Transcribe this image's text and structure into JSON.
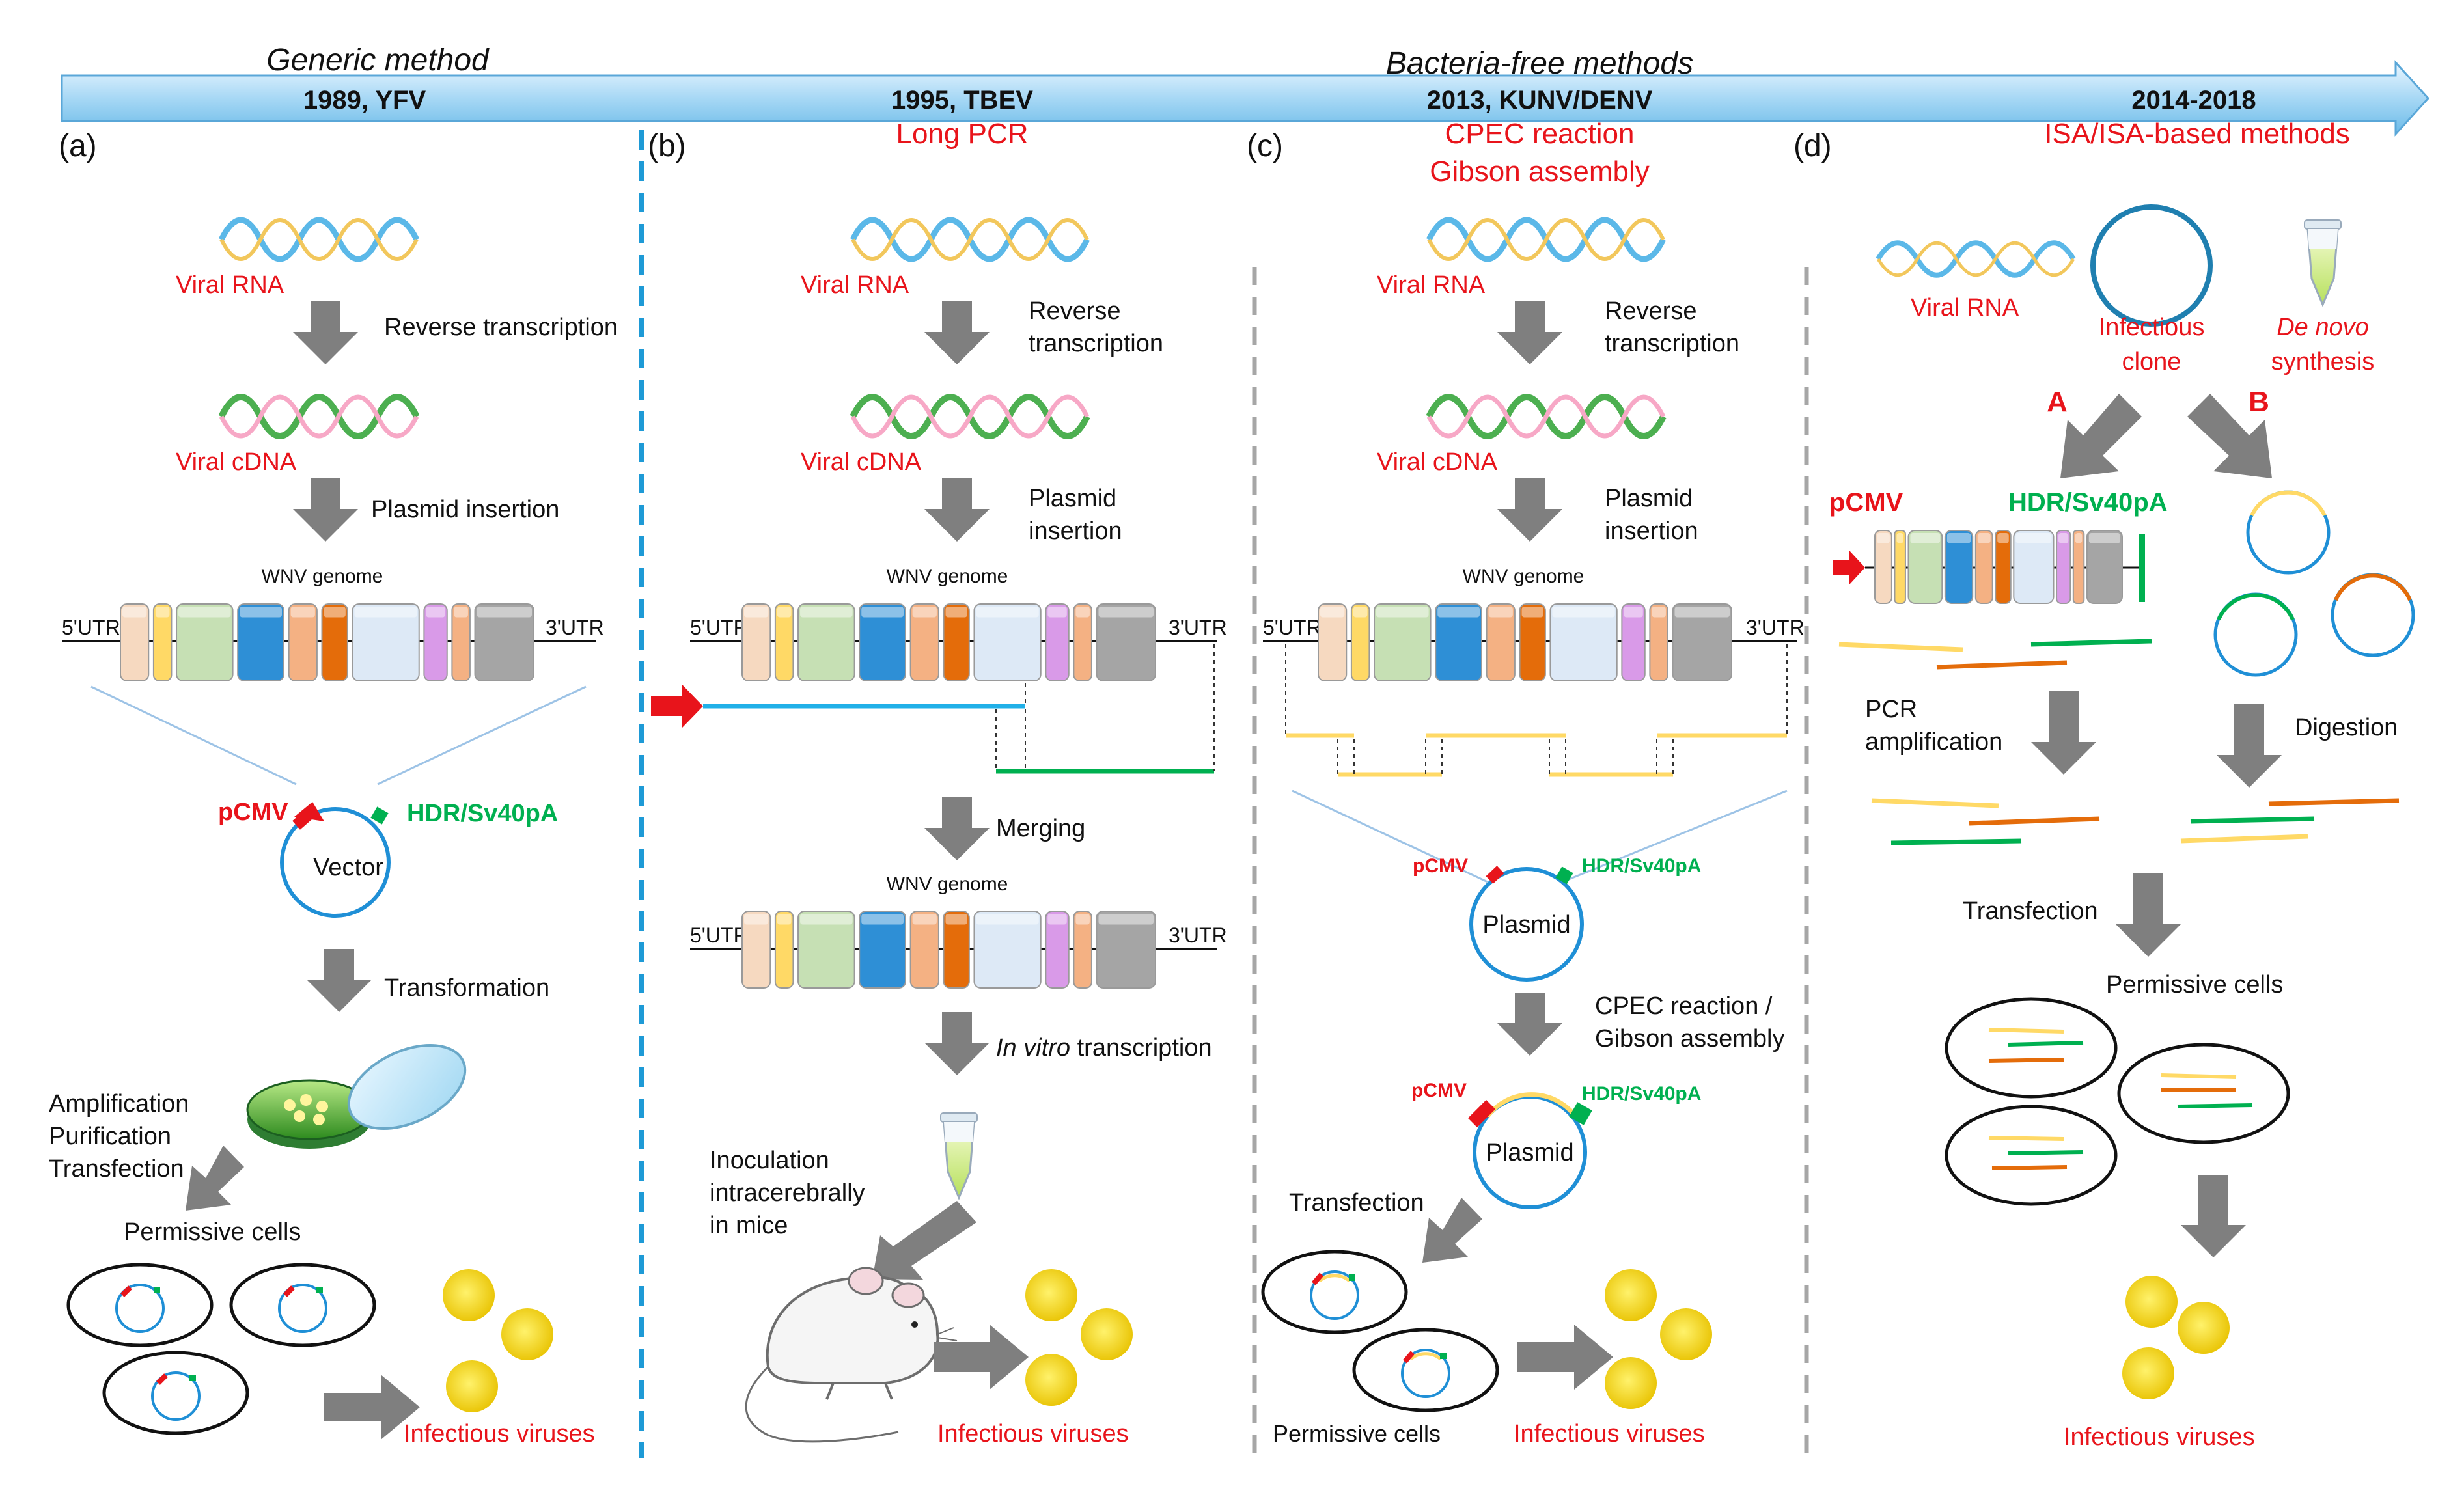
{
  "timeline": {
    "generic_label": "Generic method",
    "bacteria_free_label": "Bacteria-free methods",
    "milestones": [
      "1989, YFV",
      "1995, TBEV",
      "2013, KUNV/DENV",
      "2014-2018"
    ]
  },
  "panels": {
    "a": {
      "letter": "(a)",
      "viral_rna": "Viral RNA",
      "reverse_transcription": "Reverse transcription",
      "viral_cdna": "Viral cDNA",
      "plasmid_insertion": "Plasmid insertion",
      "genome_label": "WNV genome",
      "utr5": "5'UTR",
      "utr3": "3'UTR",
      "pcmv": "pCMV",
      "hdr": "HDR/Sv40pA",
      "vector": "Vector",
      "transformation": "Transformation",
      "amp_lines": [
        "Amplification",
        "Purification",
        "Transfection"
      ],
      "permissive_cells": "Permissive cells",
      "infectious_viruses": "Infectious viruses"
    },
    "b": {
      "letter": "(b)",
      "method": "Long PCR",
      "viral_rna": "Viral RNA",
      "rt_lines": [
        "Reverse",
        "transcription"
      ],
      "viral_cdna": "Viral cDNA",
      "pi_lines": [
        "Plasmid",
        "insertion"
      ],
      "genome_label": "WNV genome",
      "genome_label2": "WNV genome",
      "utr5": "5'UTR",
      "utr3": "3'UTR",
      "merging": "Merging",
      "in_vitro_italic": "In vitro",
      "in_vitro_rest": " transcription",
      "inoc_lines": [
        "Inoculation",
        "intracerebrally",
        "in mice"
      ],
      "infectious_viruses": "Infectious viruses"
    },
    "c": {
      "letter": "(c)",
      "method_lines": [
        "CPEC reaction",
        "Gibson assembly"
      ],
      "viral_rna": "Viral RNA",
      "rt_lines": [
        "Reverse",
        "transcription"
      ],
      "viral_cdna": "Viral cDNA",
      "pi_lines": [
        "Plasmid",
        "insertion"
      ],
      "genome_label": "WNV genome",
      "utr5": "5'UTR",
      "utr3": "3'UTR",
      "pcmv": "pCMV",
      "hdr": "HDR/Sv40pA",
      "plasmid": "Plasmid",
      "cpec_lines": [
        "CPEC reaction /",
        "Gibson assembly"
      ],
      "transfection": "Transfection",
      "permissive_cells": "Permissive cells",
      "infectious_viruses": "Infectious viruses"
    },
    "d": {
      "letter": "(d)",
      "method": "ISA/ISA-based methods",
      "viral_rna": "Viral RNA",
      "clone_lines": [
        "Infectious",
        "clone"
      ],
      "denovo_italic": "De novo",
      "synthesis": "synthesis",
      "route_a": "A",
      "route_b": "B",
      "pcmv": "pCMV",
      "hdr": "HDR/Sv40pA",
      "pcr_lines": [
        "PCR",
        "amplification"
      ],
      "digestion": "Digestion",
      "transfection": "Transfection",
      "permissive_cells": "Permissive cells",
      "infectious_viruses": "Infectious viruses"
    }
  },
  "colors": {
    "red": "#e8141b",
    "green": "#00b050",
    "blue": "#1f8fd6",
    "yellow": "#ffd966",
    "orange": "#e46c0a",
    "arrow_gray": "#7f7f7f"
  }
}
